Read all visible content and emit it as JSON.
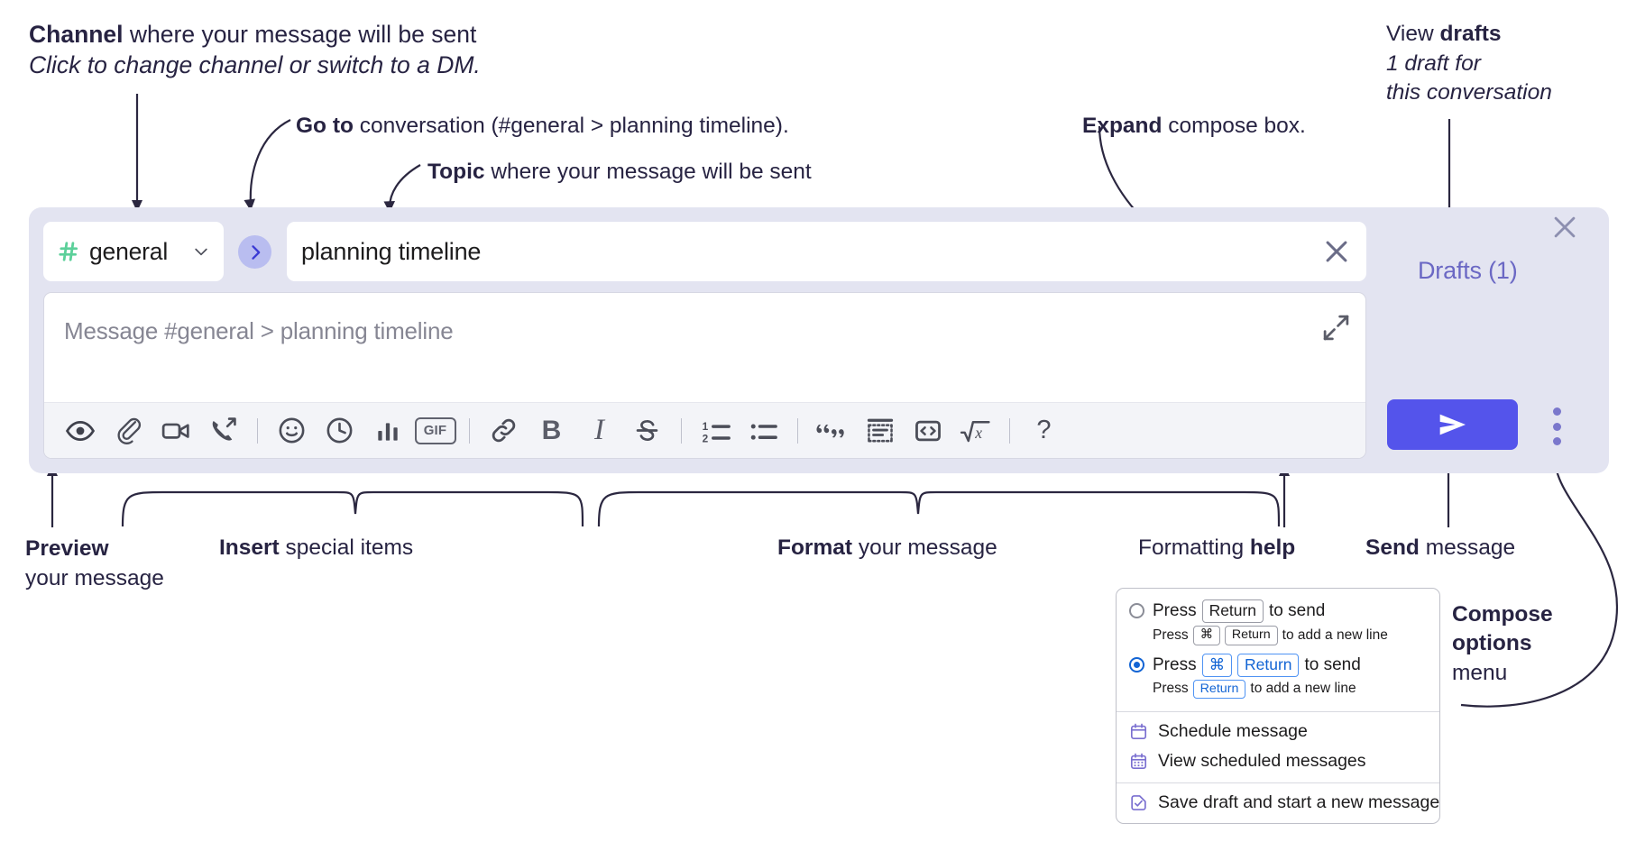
{
  "annotations": {
    "channel": {
      "bold": "Channel",
      "rest": " where your message will be sent",
      "sub": "Click to change channel or switch to a DM."
    },
    "goto": {
      "bold": "Go to",
      "rest": " conversation (#general > planning timeline)."
    },
    "topic": {
      "bold": "Topic",
      "rest": " where your message will be sent"
    },
    "expand": {
      "bold": "Expand",
      "rest": " compose box."
    },
    "drafts": {
      "pre": "View ",
      "bold": "drafts",
      "sub1": "1 draft for",
      "sub2": "this conversation"
    },
    "preview": {
      "bold": "Preview",
      "line2": "your message"
    },
    "insert": {
      "bold": "Insert",
      "rest": " special items"
    },
    "format": {
      "bold": "Format",
      "rest": " your message"
    },
    "help": {
      "pre": "Formatting ",
      "bold": "help"
    },
    "send": {
      "bold": "Send",
      "rest": " message"
    },
    "compose_options": {
      "bold1": "Compose",
      "bold2": "options",
      "rest": "menu"
    }
  },
  "compose": {
    "channel_name": "general",
    "channel_icon": "hash-icon",
    "channel_icon_color": "#5cd09a",
    "goto_icon": "chevron-right-icon",
    "topic_value": "planning timeline",
    "topic_clear_icon": "close-icon",
    "message_placeholder": "Message #general > planning timeline",
    "message_value": "",
    "expand_icon": "expand-diagonal-icon",
    "panel_close_icon": "close-icon",
    "drafts_label": "Drafts (1)",
    "send_icon": "paper-plane-icon",
    "send_accent": "#5454eb",
    "kebab_icon": "more-vertical-icon",
    "toolbar": [
      {
        "name": "preview-icon",
        "kind": "icon",
        "label": "Preview"
      },
      {
        "name": "attachment-icon",
        "kind": "icon",
        "label": "Attach file"
      },
      {
        "name": "video-camera-icon",
        "kind": "icon",
        "label": "Video clip"
      },
      {
        "name": "phone-forward-icon",
        "kind": "icon",
        "label": "Audio clip"
      },
      {
        "name": "separator",
        "kind": "sep",
        "label": ""
      },
      {
        "name": "emoji-icon",
        "kind": "icon",
        "label": "Emoji"
      },
      {
        "name": "clock-icon",
        "kind": "icon",
        "label": "Reminder"
      },
      {
        "name": "bar-chart-icon",
        "kind": "icon",
        "label": "Poll"
      },
      {
        "name": "gif-icon",
        "kind": "chip",
        "label": "GIF"
      },
      {
        "name": "separator",
        "kind": "sep",
        "label": ""
      },
      {
        "name": "link-icon",
        "kind": "icon",
        "label": "Link"
      },
      {
        "name": "bold-icon",
        "kind": "text",
        "label": "B"
      },
      {
        "name": "italic-icon",
        "kind": "italic",
        "label": "I"
      },
      {
        "name": "strikethrough-icon",
        "kind": "icon",
        "label": "Strikethrough"
      },
      {
        "name": "separator",
        "kind": "sep",
        "label": ""
      },
      {
        "name": "ordered-list-icon",
        "kind": "icon",
        "label": "Ordered list"
      },
      {
        "name": "bullet-list-icon",
        "kind": "icon",
        "label": "Bulleted list"
      },
      {
        "name": "separator",
        "kind": "sep",
        "label": ""
      },
      {
        "name": "blockquote-icon",
        "kind": "icon",
        "label": "Blockquote"
      },
      {
        "name": "code-block-icon",
        "kind": "icon",
        "label": "Code block"
      },
      {
        "name": "inline-code-icon",
        "kind": "icon",
        "label": "Code"
      },
      {
        "name": "math-icon",
        "kind": "icon",
        "label": "Math"
      },
      {
        "name": "separator",
        "kind": "sep",
        "label": ""
      },
      {
        "name": "help-icon",
        "kind": "qmark",
        "label": "?"
      }
    ]
  },
  "options_menu": {
    "radios": [
      {
        "selected": false,
        "main": [
          {
            "t": "Press",
            "k": false
          },
          {
            "t": "Return",
            "k": true
          },
          {
            "t": "to send",
            "k": false
          }
        ],
        "sub": [
          {
            "t": "Press",
            "k": false
          },
          {
            "t": "⌘",
            "k": true
          },
          {
            "t": "Return",
            "k": true
          },
          {
            "t": "to add a new line",
            "k": false
          }
        ]
      },
      {
        "selected": true,
        "main": [
          {
            "t": "Press",
            "k": false
          },
          {
            "t": "⌘",
            "k": true
          },
          {
            "t": "Return",
            "k": true
          },
          {
            "t": "to send",
            "k": false
          }
        ],
        "sub": [
          {
            "t": "Press",
            "k": false
          },
          {
            "t": "Return",
            "k": true
          },
          {
            "t": "to add a new line",
            "k": false
          }
        ]
      }
    ],
    "items": [
      {
        "icon": "calendar-icon",
        "label": "Schedule message"
      },
      {
        "icon": "calendar-grid-icon",
        "label": "View scheduled messages"
      },
      {
        "divider_before": true,
        "icon": "save-draft-icon",
        "label": "Save draft and start a new message"
      }
    ],
    "icon_color": "#7a6fd0"
  }
}
